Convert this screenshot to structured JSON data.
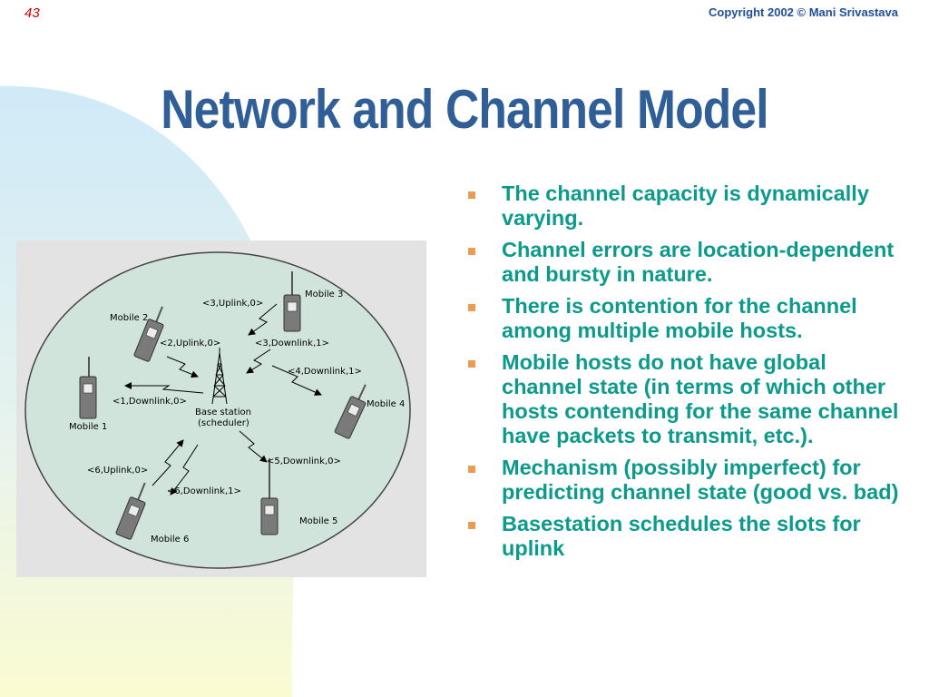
{
  "header": {
    "slide_number": "43",
    "copyright": "Copyright 2002 © Mani Srivastava"
  },
  "title": "Network and Channel Model",
  "bullets": [
    "The channel capacity is dynamically varying.",
    "Channel errors are location-dependent and bursty in nature.",
    "There is contention for the channel among multiple mobile hosts.",
    "Mobile hosts do not have global channel state (in terms of which other hosts contending for the same channel have packets to transmit, etc.).",
    "Mechanism (possibly imperfect) for predicting channel state (good vs. bad)",
    "Basestation schedules the slots for uplink"
  ],
  "diagram": {
    "base_station": "Base station",
    "scheduler": "(scheduler)",
    "mobiles": {
      "m1": "Mobile 1",
      "m2": "Mobile 2",
      "m3": "Mobile 3",
      "m4": "Mobile 4",
      "m5": "Mobile 5",
      "m6": "Mobile 6"
    },
    "labels": {
      "l_3_up": "<3,Uplink,0>",
      "l_2_up": "<2,Uplink,0>",
      "l_3_down": "<3,Downlink,1>",
      "l_4_down": "<4,Downlink,1>",
      "l_1_down": "<1,Downlink,0>",
      "l_5_down": "<5,Downlink,0>",
      "l_6_up": "<6,Uplink,0>",
      "l_6_down": "<6,Downlink,1>"
    },
    "colors": {
      "panel": "#e3e3e3",
      "cell_fill": "#d0e4dc",
      "device": "#7a7a7a"
    }
  },
  "theme": {
    "title_color": "#2f5f96",
    "text_color": "#0b9a8c",
    "bullet_color": "#e89c54",
    "slide_number_color": "#cc0000"
  }
}
